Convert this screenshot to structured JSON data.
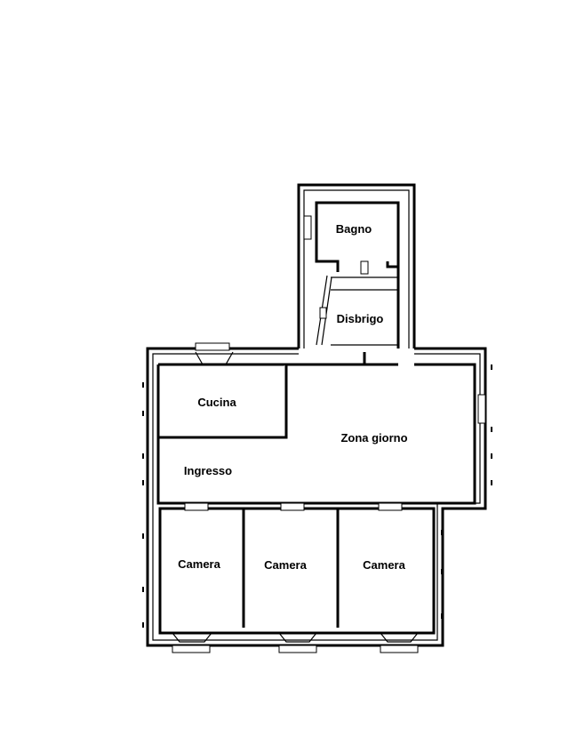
{
  "rooms": {
    "bagno": "Bagno",
    "disbrigo": "Disbrigo",
    "cucina": "Cucina",
    "zona_giorno": "Zona giorno",
    "ingresso": "Ingresso",
    "camera_1": "Camera",
    "camera_2": "Camera",
    "camera_3": "Camera"
  },
  "colors": {
    "line": "#000000",
    "background": "#ffffff"
  }
}
